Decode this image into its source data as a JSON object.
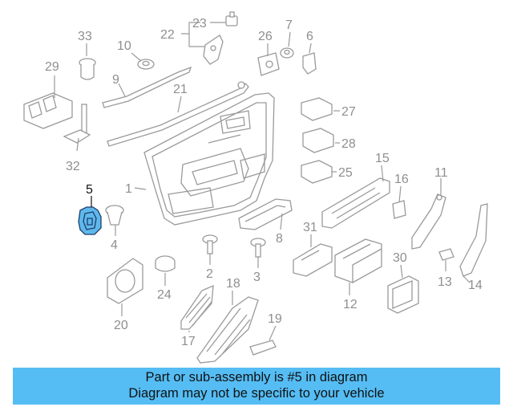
{
  "diagram": {
    "highlight_color": "#55bdf4",
    "highlighted_callout": "5",
    "callouts": [
      {
        "id": "c1",
        "label": "1"
      },
      {
        "id": "c2",
        "label": "2"
      },
      {
        "id": "c3",
        "label": "3"
      },
      {
        "id": "c4",
        "label": "4"
      },
      {
        "id": "c5",
        "label": "5"
      },
      {
        "id": "c6",
        "label": "6"
      },
      {
        "id": "c7",
        "label": "7"
      },
      {
        "id": "c8",
        "label": "8"
      },
      {
        "id": "c9",
        "label": "9"
      },
      {
        "id": "c10",
        "label": "10"
      },
      {
        "id": "c11",
        "label": "11"
      },
      {
        "id": "c12",
        "label": "12"
      },
      {
        "id": "c13",
        "label": "13"
      },
      {
        "id": "c14",
        "label": "14"
      },
      {
        "id": "c15",
        "label": "15"
      },
      {
        "id": "c16",
        "label": "16"
      },
      {
        "id": "c17",
        "label": "17"
      },
      {
        "id": "c18",
        "label": "18"
      },
      {
        "id": "c19",
        "label": "19"
      },
      {
        "id": "c20",
        "label": "20"
      },
      {
        "id": "c21",
        "label": "21"
      },
      {
        "id": "c22",
        "label": "22"
      },
      {
        "id": "c23",
        "label": "23"
      },
      {
        "id": "c24",
        "label": "24"
      },
      {
        "id": "c25",
        "label": "25"
      },
      {
        "id": "c26",
        "label": "26"
      },
      {
        "id": "c27",
        "label": "27"
      },
      {
        "id": "c28",
        "label": "28"
      },
      {
        "id": "c29",
        "label": "29"
      },
      {
        "id": "c30",
        "label": "30"
      },
      {
        "id": "c31",
        "label": "31"
      },
      {
        "id": "c32",
        "label": "32"
      },
      {
        "id": "c33",
        "label": "33"
      }
    ]
  },
  "banner": {
    "line1": "Part or sub-assembly is #5 in diagram",
    "line2": "Diagram may not be specific to your vehicle"
  }
}
